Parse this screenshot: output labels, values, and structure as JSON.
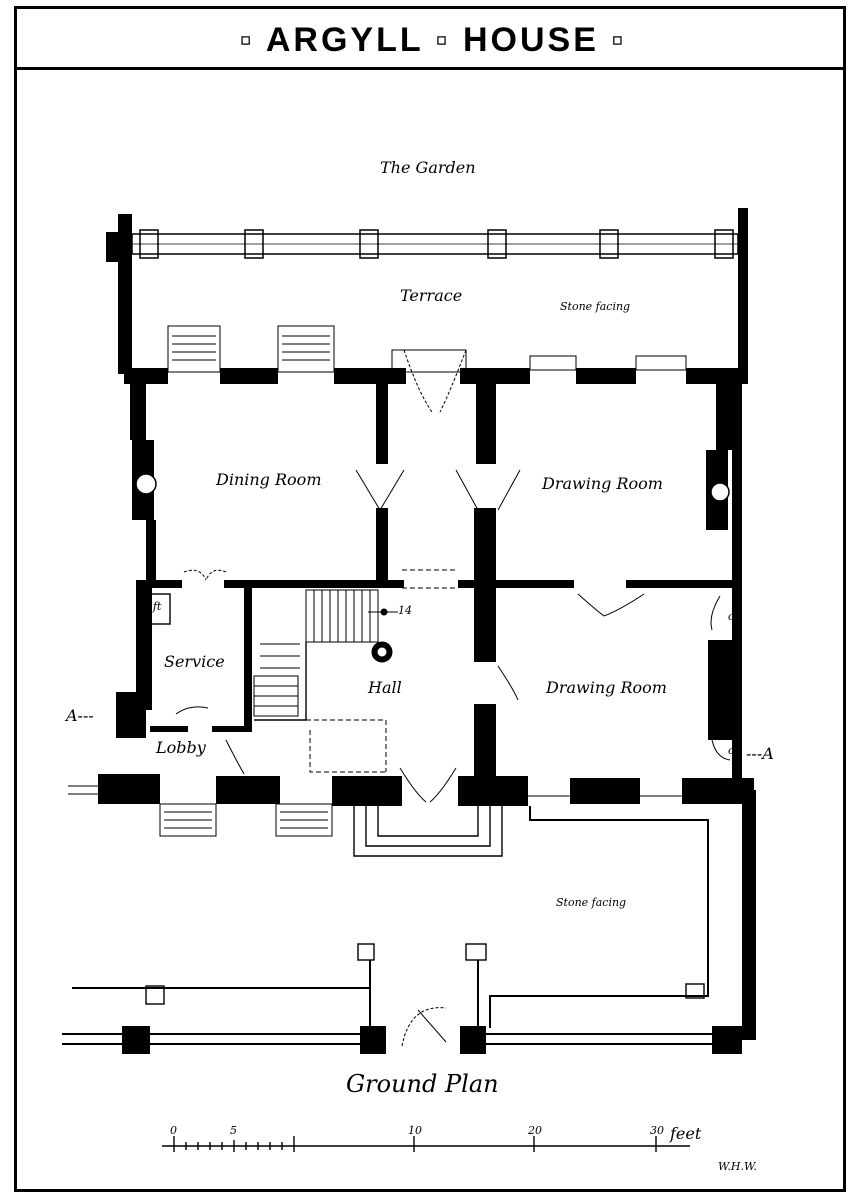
{
  "header": {
    "title": "▫ ARGYLL ▫ HOUSE ▫"
  },
  "labels": {
    "garden": "The Garden",
    "terrace": "Terrace",
    "stone_facing_terrace": "Stone facing",
    "dining_room": "Dining Room",
    "drawing_room_upper": "Drawing Room",
    "drawing_room_lower": "Drawing Room",
    "lift": "Lift",
    "service": "Service",
    "hall": "Hall",
    "lobby": "Lobby",
    "section_a_left": "A---",
    "section_a_right": "---A",
    "stone_facing_front": "Stone facing",
    "c_upper": "c",
    "c_lower": "c",
    "stair_steps": "14",
    "ground_plan": "Ground Plan",
    "initials": "W.H.W."
  },
  "scale_bar": {
    "ticks": [
      "0",
      "5",
      "10",
      "20",
      "30"
    ],
    "unit": "feet"
  }
}
